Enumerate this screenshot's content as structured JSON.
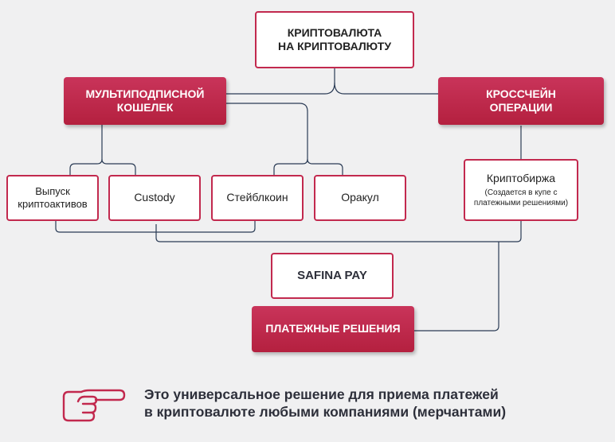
{
  "nodes": {
    "crypto_to_crypto": "КРИПТОВАЛЮТА\nНА КРИПТОВАЛЮТУ",
    "multisig_wallet": "МУЛЬТИПОДПИСНОЙ\nКОШЕЛЕК",
    "crosschain_ops": "КРОССЧЕЙН\nОПЕРАЦИИ",
    "crypto_issuance": "Выпуск\nкриптоактивов",
    "custody": "Custody",
    "stablecoin": "Стейблкоин",
    "oracle": "Оракул",
    "exchange_title": "Криптобиржа",
    "exchange_note": "(Создается в купе с\nплатежными решениями)",
    "safina_pay": "SAFINA PAY",
    "payment_solutions": "ПЛАТЕЖНЫЕ РЕШЕНИЯ"
  },
  "footer": {
    "line1": "Это универсальное решение для приема платежей",
    "line2": "в криптовалюте любыми компаниями (мерчантами)"
  },
  "colors": {
    "accent": "#c2294e",
    "line": "#2a3b55",
    "background": "#f0f0f1",
    "text_dark": "#2d2f3a"
  },
  "icons": {
    "footer": "pointing-hand-icon"
  }
}
